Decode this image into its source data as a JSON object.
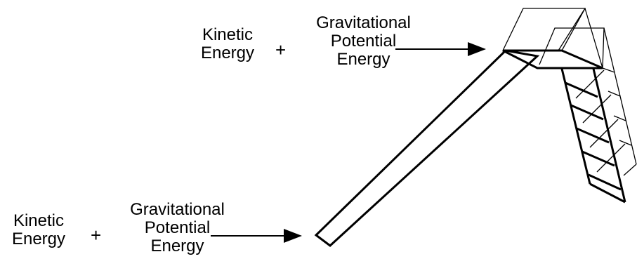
{
  "top_label": {
    "kinetic_line1": "Kinetic",
    "kinetic_line2": "Energy",
    "plus": "+",
    "grav_line1": "Gravitational",
    "grav_line2": "Potential",
    "grav_line3": "Energy"
  },
  "bottom_label": {
    "kinetic_line1": "Kinetic",
    "kinetic_line2": "Energy",
    "plus": "+",
    "grav_line1": "Gravitational",
    "grav_line2": "Potential",
    "grav_line3": "Energy"
  },
  "colors": {
    "stroke": "#000000",
    "background": "#ffffff"
  }
}
